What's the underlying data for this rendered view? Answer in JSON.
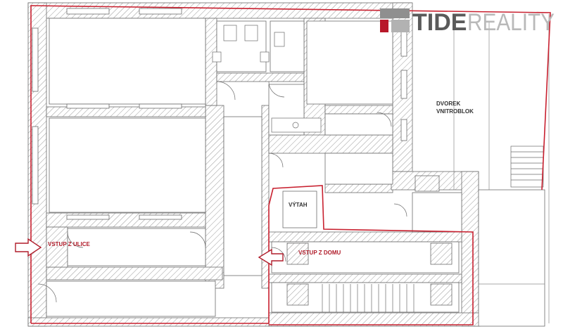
{
  "logo": {
    "brand_bold": "TIDE",
    "brand_light": "REALITY",
    "color_dark": "#5a5a5a",
    "color_light": "#b9b9b9",
    "mark_color": "#b8182a"
  },
  "labels": {
    "courtyard_line1": "DVOREK",
    "courtyard_line2": "VNITROBLOK",
    "elevator": "VÝTAH",
    "street_entrance": "VSTUP Z ULICE",
    "house_entrance": "VSTUP Z DOMU"
  },
  "colors": {
    "wall_line": "#6b6b6b",
    "hatch": "#9a9a9a",
    "outline_red": "#c8202f",
    "label_red": "#b01c2a",
    "label_dark": "#333333"
  }
}
